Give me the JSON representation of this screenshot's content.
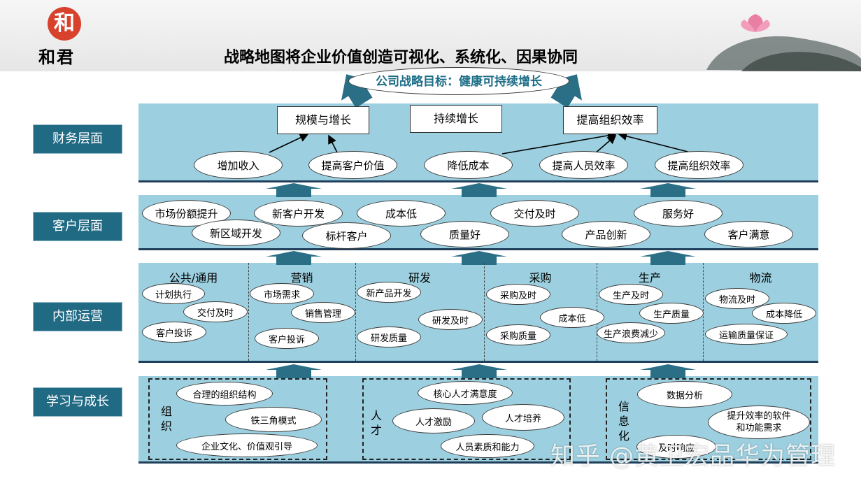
{
  "header": {
    "logo_seal": "和",
    "logo_text": "和君",
    "title": "战略地图将企业价值创造可视化、系统化、因果协同"
  },
  "goal": "公司战略目标：健康可持续增长",
  "layers": {
    "financial": "财务层面",
    "customer": "客户层面",
    "internal": "内部运营",
    "learning": "学习与成长"
  },
  "financial": {
    "boxes": [
      "规模与增长",
      "持续增长",
      "提高组织效率"
    ],
    "ellipses": [
      "增加收入",
      "提高客户价值",
      "降低成本",
      "提高人员效率",
      "提高组织效率"
    ]
  },
  "customer": {
    "ellipses": [
      "市场份额提升",
      "新区域开发",
      "新客户开发",
      "标杆客户",
      "成本低",
      "质量好",
      "交付及时",
      "产品创新",
      "服务好",
      "客户满意"
    ]
  },
  "internal": {
    "columns": [
      {
        "name": "公共/通用",
        "items": [
          "计划执行",
          "交付及时",
          "客户投诉"
        ]
      },
      {
        "name": "营销",
        "items": [
          "市场需求",
          "销售管理",
          "客户投诉"
        ]
      },
      {
        "name": "研发",
        "items": [
          "新产品开发",
          "研发及时",
          "研发质量"
        ]
      },
      {
        "name": "采购",
        "items": [
          "采购及时",
          "成本低",
          "采购质量"
        ]
      },
      {
        "name": "生产",
        "items": [
          "生产及时",
          "生产质量",
          "生产浪费减少"
        ]
      },
      {
        "name": "物流",
        "items": [
          "物流及时",
          "成本降低",
          "运输质量保证"
        ]
      }
    ]
  },
  "learning": {
    "groups": [
      {
        "label": [
          "组",
          "织"
        ],
        "items": [
          "合理的组织结构",
          "铁三角模式",
          "企业文化、价值观引导"
        ]
      },
      {
        "label": [
          "人",
          "才"
        ],
        "items": [
          "核心人才满意度",
          "人才激励",
          "人才培养",
          "人员素质和能力"
        ]
      },
      {
        "label": [
          "信",
          "息",
          "化"
        ],
        "items": [
          "数据分析",
          "提升效率的软件",
          "和功能需求",
          "及时响应"
        ]
      }
    ]
  },
  "watermark": "知乎 @黄卫宏品华为管理",
  "colors": {
    "band": "#9ccfdf",
    "label_bg": "#216a84",
    "arrow": "#2a6f86",
    "goal_text": "#1d6e88"
  }
}
